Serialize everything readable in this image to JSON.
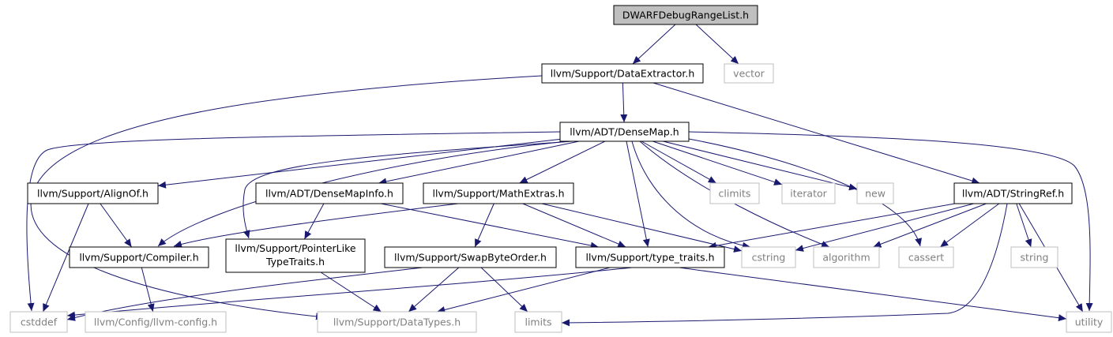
{
  "colors": {
    "edge": "#191970",
    "root_fill": "#bfbfbf",
    "node_border": "#000000",
    "external_border": "#bfbfbf",
    "external_text": "#7f7f7f"
  },
  "nodes": {
    "dwarf_debug_range_list": {
      "label": "DWARFDebugRangeList.h",
      "kind": "root"
    },
    "data_extractor": {
      "label": "llvm/Support/DataExtractor.h",
      "kind": "internal"
    },
    "vector": {
      "label": "vector",
      "kind": "external"
    },
    "dense_map": {
      "label": "llvm/ADT/DenseMap.h",
      "kind": "internal"
    },
    "align_of": {
      "label": "llvm/Support/AlignOf.h",
      "kind": "internal"
    },
    "dense_map_info": {
      "label": "llvm/ADT/DenseMapInfo.h",
      "kind": "internal"
    },
    "math_extras": {
      "label": "llvm/Support/MathExtras.h",
      "kind": "internal"
    },
    "climits": {
      "label": "climits",
      "kind": "external"
    },
    "iterator": {
      "label": "iterator",
      "kind": "external"
    },
    "new": {
      "label": "new",
      "kind": "external"
    },
    "string_ref": {
      "label": "llvm/ADT/StringRef.h",
      "kind": "internal"
    },
    "compiler": {
      "label": "llvm/Support/Compiler.h",
      "kind": "internal"
    },
    "pointer_like_type_traits": {
      "label_line1": "llvm/Support/PointerLike",
      "label_line2": "TypeTraits.h",
      "kind": "internal"
    },
    "swap_byte_order": {
      "label": "llvm/Support/SwapByteOrder.h",
      "kind": "internal"
    },
    "type_traits": {
      "label": "llvm/Support/type_traits.h",
      "kind": "internal"
    },
    "cstring": {
      "label": "cstring",
      "kind": "external"
    },
    "algorithm": {
      "label": "algorithm",
      "kind": "external"
    },
    "cassert": {
      "label": "cassert",
      "kind": "external"
    },
    "string": {
      "label": "string",
      "kind": "external"
    },
    "cstddef": {
      "label": "cstddef",
      "kind": "external"
    },
    "llvm_config": {
      "label": "llvm/Config/llvm-config.h",
      "kind": "external"
    },
    "data_types": {
      "label": "llvm/Support/DataTypes.h",
      "kind": "external"
    },
    "limits": {
      "label": "limits",
      "kind": "external"
    },
    "utility": {
      "label": "utility",
      "kind": "external"
    }
  },
  "edges": [
    [
      "dwarf_debug_range_list",
      "data_extractor"
    ],
    [
      "dwarf_debug_range_list",
      "vector"
    ],
    [
      "data_extractor",
      "dense_map"
    ],
    [
      "data_extractor",
      "data_types"
    ],
    [
      "data_extractor",
      "string_ref"
    ],
    [
      "dense_map",
      "align_of"
    ],
    [
      "dense_map",
      "dense_map_info"
    ],
    [
      "dense_map",
      "math_extras"
    ],
    [
      "dense_map",
      "climits"
    ],
    [
      "dense_map",
      "iterator"
    ],
    [
      "dense_map",
      "new"
    ],
    [
      "dense_map",
      "cassert"
    ],
    [
      "dense_map",
      "utility"
    ],
    [
      "dense_map",
      "cstddef"
    ],
    [
      "dense_map",
      "compiler"
    ],
    [
      "dense_map",
      "pointer_like_type_traits"
    ],
    [
      "dense_map",
      "type_traits"
    ],
    [
      "dense_map",
      "cstring"
    ],
    [
      "dense_map",
      "algorithm"
    ],
    [
      "align_of",
      "compiler"
    ],
    [
      "align_of",
      "cstddef"
    ],
    [
      "dense_map_info",
      "pointer_like_type_traits"
    ],
    [
      "dense_map_info",
      "type_traits"
    ],
    [
      "math_extras",
      "compiler"
    ],
    [
      "math_extras",
      "swap_byte_order"
    ],
    [
      "math_extras",
      "type_traits"
    ],
    [
      "math_extras",
      "cstring"
    ],
    [
      "string_ref",
      "type_traits"
    ],
    [
      "string_ref",
      "cstring"
    ],
    [
      "string_ref",
      "algorithm"
    ],
    [
      "string_ref",
      "cassert"
    ],
    [
      "string_ref",
      "string"
    ],
    [
      "string_ref",
      "utility"
    ],
    [
      "string_ref",
      "limits"
    ],
    [
      "compiler",
      "llvm_config"
    ],
    [
      "pointer_like_type_traits",
      "data_types"
    ],
    [
      "swap_byte_order",
      "cstddef"
    ],
    [
      "swap_byte_order",
      "data_types"
    ],
    [
      "swap_byte_order",
      "limits"
    ],
    [
      "type_traits",
      "cstddef"
    ],
    [
      "type_traits",
      "data_types"
    ],
    [
      "type_traits",
      "utility"
    ]
  ]
}
